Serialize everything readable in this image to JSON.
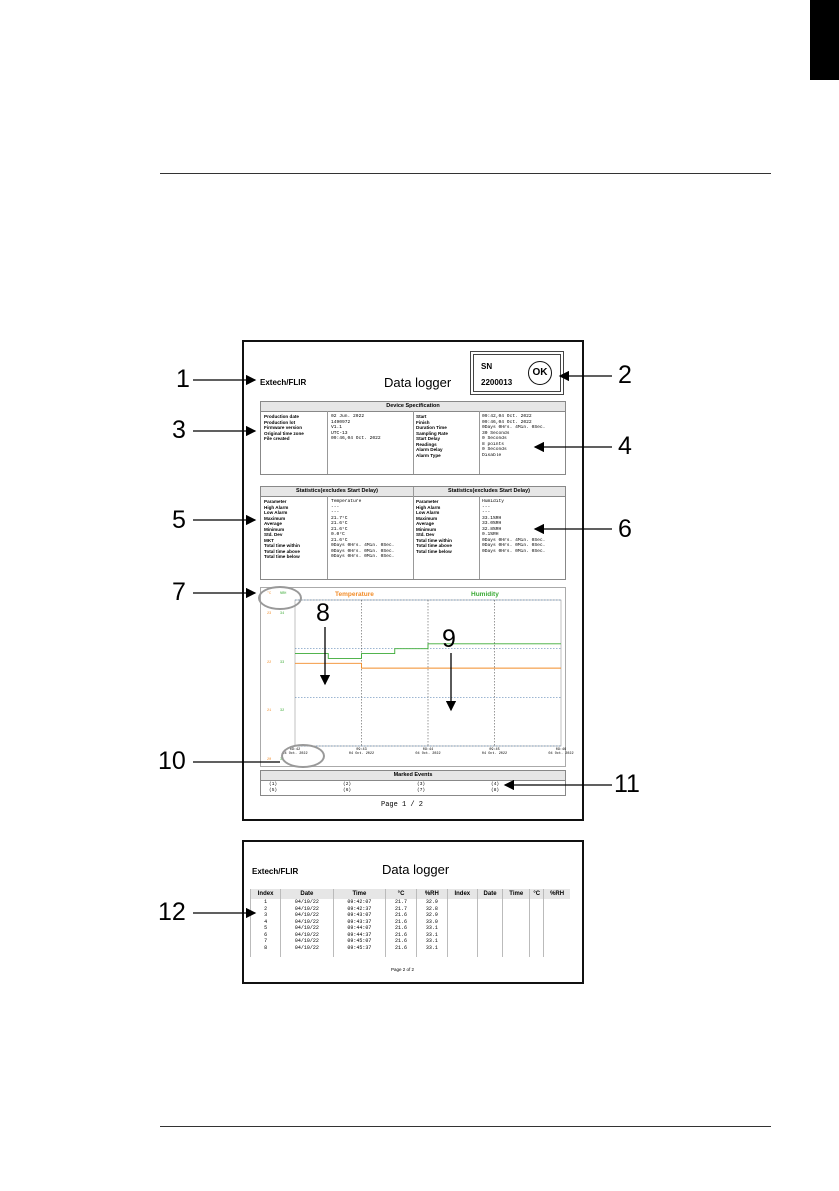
{
  "figure": {
    "callouts": [
      "1",
      "2",
      "3",
      "4",
      "5",
      "6",
      "7",
      "8",
      "9",
      "10",
      "11",
      "12"
    ]
  },
  "report": {
    "brand": "Extech/FLIR",
    "title": "Data logger",
    "sn_label": "SN",
    "serial": "2200013",
    "status": "OK",
    "device_spec": {
      "header": "Device Specification",
      "left_labels": [
        "Production date",
        "Production lot",
        "Firmware version",
        "Original time zone",
        "File created"
      ],
      "left_values": [
        "02 Jun. 2022",
        "1490972",
        "V1.1",
        "UTC-13",
        "09:46,04 Oct. 2022"
      ],
      "right_labels": [
        "Start",
        "Finish",
        "Duration Time",
        "Sampling Rate",
        "Start Delay",
        "Readings",
        "Alarm Delay",
        "Alarm Type"
      ],
      "right_values": [
        "09:42,04 Oct. 2022",
        "09:46,04 Oct. 2022",
        "0Days 0Hrs. 4Min. 0Sec.",
        "30 Seconds",
        "0 Seconds",
        "8 points",
        "0 Seconds",
        "Disable"
      ]
    },
    "stats_left": {
      "header": "Statistics(excludes Start Delay)",
      "labels": [
        "Parameter",
        "High Alarm",
        "Low Alarm",
        "Maximum",
        "Average",
        "Minimum",
        "Std. Dev",
        "MKT",
        "Total time within",
        "Total time above",
        "Total time below"
      ],
      "values": [
        "Temperature",
        "---",
        "---",
        "21.7°C",
        "21.6°C",
        "21.6°C",
        "0.0°C",
        "21.6°C",
        "0Days 0Hrs. 4Min. 0Sec.",
        "0Days 0Hrs. 0Min. 0Sec.",
        "0Days 0Hrs. 0Min. 0Sec."
      ]
    },
    "stats_right": {
      "header": "Statistics(excludes Start Delay)",
      "labels": [
        "Parameter",
        "High Alarm",
        "Low Alarm",
        "Maximum",
        "Average",
        "Minimum",
        "Std. Dev",
        "Total time within",
        "Total time above",
        "Total time below"
      ],
      "values": [
        "Humidity",
        "---",
        "---",
        "33.1%RH",
        "33.0%RH",
        "32.8%RH",
        "0.1%RH",
        "0Days 0Hrs. 4Min. 0Sec.",
        "0Days 0Hrs. 0Min. 0Sec.",
        "0Days 0Hrs. 0Min. 0Sec."
      ]
    },
    "chart": {
      "legend_temp": "Temperature",
      "legend_hum": "Humidity",
      "unit_temp": "°C",
      "unit_hum": "%RH",
      "y_temp": [
        "23",
        "22",
        "21",
        "20"
      ],
      "y_hum": [
        "34",
        "33",
        "32",
        "31"
      ],
      "ticks_time": [
        "09:42",
        "09:43",
        "09:44",
        "09:45",
        "09:46"
      ],
      "ticks_date": [
        "04 Oct. 2022",
        "04 Oct. 2022",
        "04 Oct. 2022",
        "04 Oct. 2022",
        "04 Oct. 2022"
      ],
      "temp_color": "#f28c28",
      "hum_color": "#3aaa35",
      "axis_color": "#3a6ea5"
    },
    "marked_events": {
      "header": "Marked Events",
      "items": [
        "(1)",
        "(2)",
        "(3)",
        "(4)",
        "(5)",
        "(6)",
        "(7)",
        "(8)"
      ]
    },
    "page_footer": "Page  1 / 2"
  },
  "report2": {
    "brand": "Extech/FLIR",
    "title": "Data logger",
    "columns": [
      "Index",
      "Date",
      "Time",
      "°C",
      "%RH",
      "Index",
      "Date",
      "Time",
      "°C",
      "%RH"
    ],
    "rows": [
      [
        "1",
        "04/10/22",
        "09:42:07",
        "21.7",
        "32.9"
      ],
      [
        "2",
        "04/10/22",
        "09:42:37",
        "21.7",
        "32.8"
      ],
      [
        "3",
        "04/10/22",
        "09:43:07",
        "21.6",
        "32.9"
      ],
      [
        "4",
        "04/10/22",
        "09:43:37",
        "21.6",
        "33.0"
      ],
      [
        "5",
        "04/10/22",
        "09:44:07",
        "21.6",
        "33.1"
      ],
      [
        "6",
        "04/10/22",
        "09:44:37",
        "21.6",
        "33.1"
      ],
      [
        "7",
        "04/10/22",
        "09:45:07",
        "21.6",
        "33.1"
      ],
      [
        "8",
        "04/10/22",
        "09:45:37",
        "21.6",
        "33.1"
      ]
    ],
    "page_footer": "Page 2 of 2"
  },
  "chart_data": {
    "type": "line",
    "title": "",
    "x": [
      "09:42:07",
      "09:42:37",
      "09:43:07",
      "09:43:37",
      "09:44:07",
      "09:44:37",
      "09:45:07",
      "09:45:37"
    ],
    "series": [
      {
        "name": "Temperature",
        "unit": "°C",
        "values": [
          21.7,
          21.7,
          21.6,
          21.6,
          21.6,
          21.6,
          21.6,
          21.6
        ],
        "color": "#f28c28"
      },
      {
        "name": "Humidity",
        "unit": "%RH",
        "values": [
          32.9,
          32.8,
          32.9,
          33.0,
          33.1,
          33.1,
          33.1,
          33.1
        ],
        "color": "#3aaa35"
      }
    ],
    "y_left_range": [
      20,
      23
    ],
    "y_right_range": [
      31,
      34
    ],
    "grid": true,
    "legend": "top"
  }
}
